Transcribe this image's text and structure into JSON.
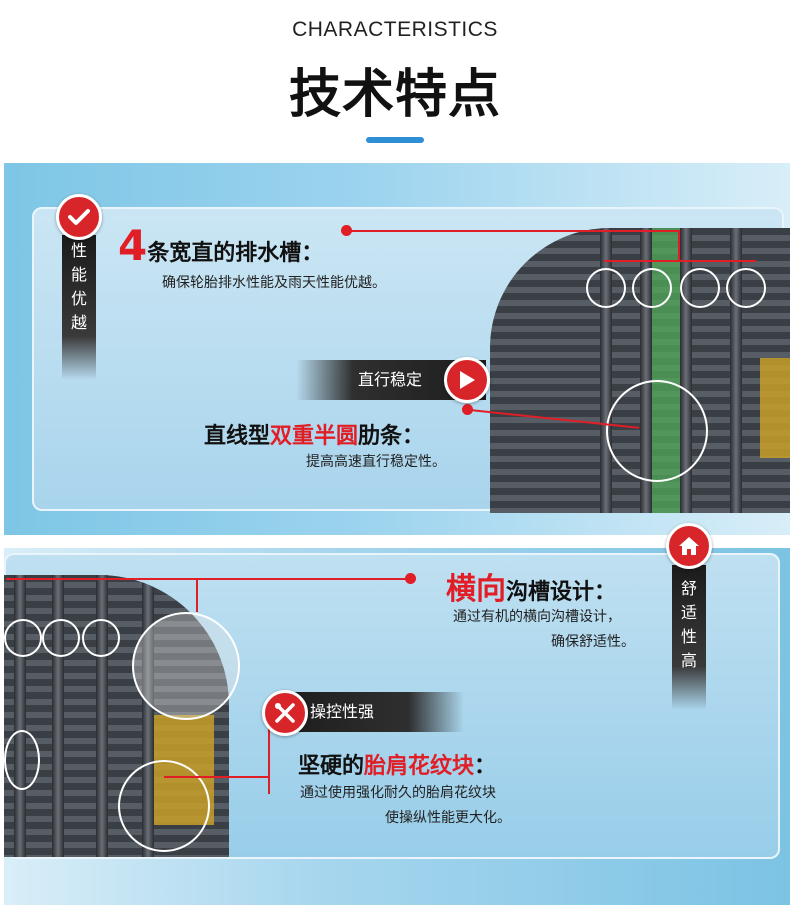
{
  "header": {
    "en_title": "CHARACTERISTICS",
    "cn_title": "技术特点"
  },
  "section1": {
    "side_label": [
      "性",
      "能",
      "优",
      "越"
    ],
    "badge_icon": "checkmark-icon",
    "feature1": {
      "number": "4",
      "title": "条宽直的排水槽：",
      "desc": "确保轮胎排水性能及雨天性能优越。"
    },
    "banner_label": "直行稳定",
    "banner_icon": "play-arrow-icon",
    "feature2": {
      "title_pre": "直线型",
      "title_red": "双重半圆",
      "title_post": "肋条：",
      "desc": "提高高速直行稳定性。"
    }
  },
  "section2": {
    "side_label": [
      "舒",
      "适",
      "性",
      "高"
    ],
    "badge_icon": "home-icon",
    "feature1": {
      "title_red": "横向",
      "title_post": "沟槽设计：",
      "desc_line1": "通过有机的横向沟槽设计，",
      "desc_line2": "确保舒适性。"
    },
    "banner_label": "操控性强",
    "banner_icon": "wrench-screwdriver-icon",
    "feature2": {
      "title_pre": "坚硬的",
      "title_red": "胎肩花纹块",
      "title_post": "：",
      "desc_line1": "通过使用强化耐久的胎肩花纹块",
      "desc_line2": "使操纵性能更大化。"
    }
  },
  "colors": {
    "accent_red": "#e11d25",
    "accent_blue": "#2f8fd4",
    "dark_band": "#1d1d1d"
  }
}
